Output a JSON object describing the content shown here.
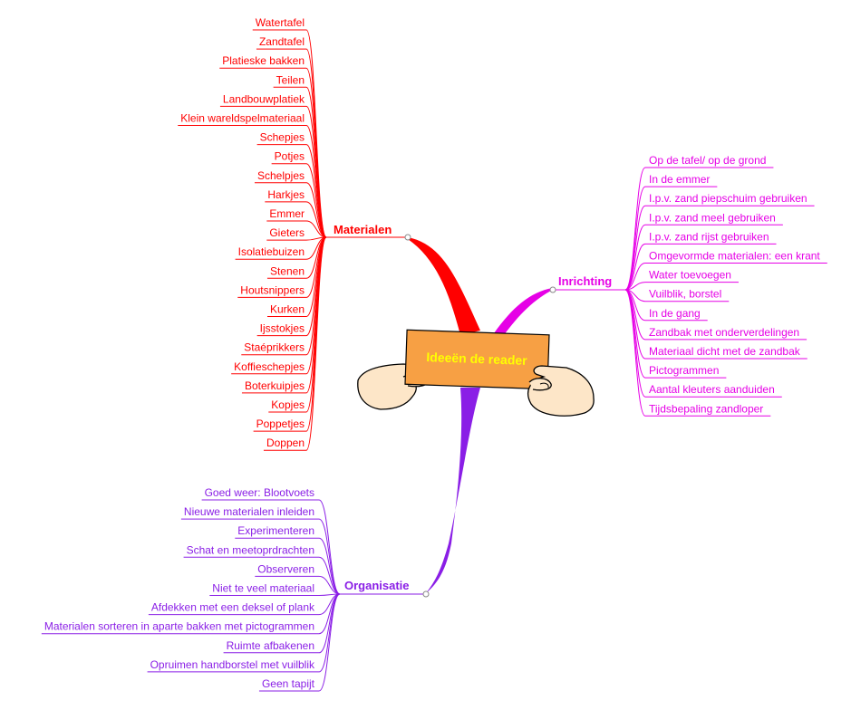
{
  "center": {
    "label": "Ideeën de reader",
    "text_color": "#ffff00",
    "card_color": "#f7a044"
  },
  "branches": {
    "materialen": {
      "label": "Materialen",
      "color": "#ff0000",
      "items": [
        "Watertafel",
        "Zandtafel",
        "Platieske bakken",
        "Teilen",
        "Landbouwplatiek",
        "Klein wareldspelmateriaal",
        "Schepjes",
        "Potjes",
        "Schelpjes",
        "Harkjes",
        "Emmer",
        "Gieters",
        "Isolatiebuizen",
        "Stenen",
        "Houtsnippers",
        "Kurken",
        "Ijsstokjes",
        "Staéprikkers",
        "Koffieschepjes",
        "Boterkuipjes",
        "Kopjes",
        "Poppetjes",
        "Doppen"
      ]
    },
    "inrichting": {
      "label": "Inrichting",
      "color": "#e600e6",
      "items": [
        "Op de tafel/ op de grond",
        "In de emmer",
        "I.p.v. zand piepschuim gebruiken",
        "I.p.v. zand meel gebruiken",
        "I.p.v. zand rijst gebruiken",
        "Omgevormde materialen: een krant",
        "Water toevoegen",
        "Vuilblik, borstel",
        "In de gang",
        "Zandbak met onderverdelingen",
        "Materiaal dicht met de zandbak",
        "Pictogrammen",
        "Aantal kleuters aanduiden",
        "Tijdsbepaling zandloper"
      ]
    },
    "organisatie": {
      "label": "Organisatie",
      "color": "#8a1ee6",
      "items": [
        "Goed weer: Blootvoets",
        "Nieuwe materialen inleiden",
        "Experimenteren",
        "Schat en meetoprdrachten",
        "Observeren",
        "Niet te veel materiaal",
        "Afdekken met een deksel of plank",
        "Materialen sorteren in aparte bakken met pictogrammen",
        "Ruimte afbakenen",
        "Opruimen handborstel met vuilblik",
        "Geen tapijt"
      ]
    }
  }
}
